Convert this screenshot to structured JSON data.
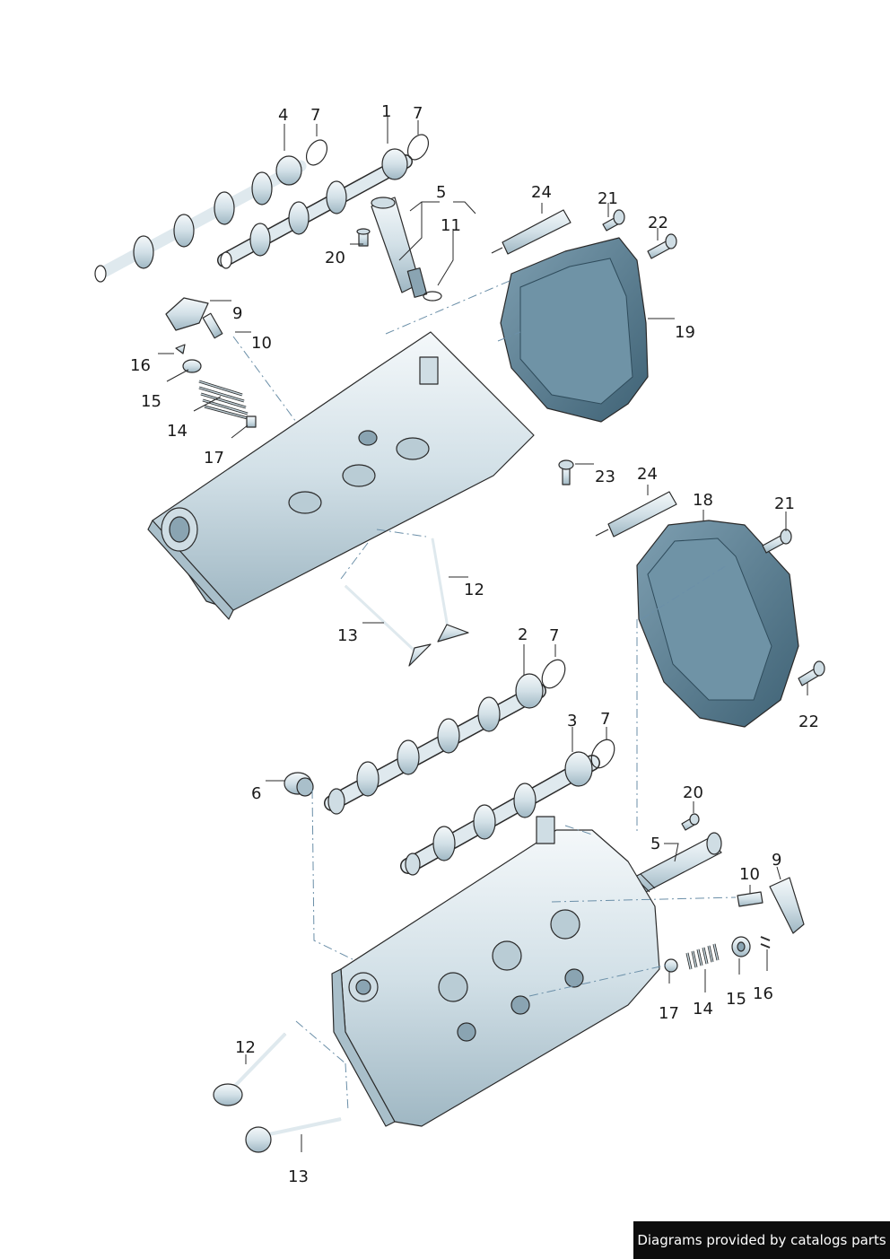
{
  "colors": {
    "part_fill": "#dfe9ee",
    "part_shade": "#a9bfca",
    "cover_fill": "#5c7f92",
    "cover_dark": "#3e5d6e",
    "outline": "#2a2a2a",
    "leader": "#6b8fa8",
    "footer_bg": "#0d0d0d",
    "footer_text": "#ffffff"
  },
  "labels": {
    "upper_camshaft_intake": "4",
    "upper_camshaft_seal_left": "7",
    "upper_camshaft_exhaust": "1",
    "upper_camshaft_seal_right": "7",
    "upper_solenoid": "5",
    "upper_oring": "11",
    "upper_bolt_solenoid": "20",
    "upper_sealant": "24",
    "upper_bolt_21": "21",
    "upper_bolt_22": "22",
    "upper_cover": "19",
    "upper_rocker": "9",
    "upper_lifter": "10",
    "upper_keeper": "16",
    "upper_retainer": "15",
    "upper_spring": "14",
    "upper_seal": "17",
    "upper_exhaust_valve": "12",
    "upper_intake_valve": "13",
    "mid_bolt_23": "23",
    "mid_sealant": "24",
    "lower_cover": "18",
    "lower_bolt_21": "21",
    "lower_bolt_22": "22",
    "lower_camshaft_2": "2",
    "lower_seal_2": "7",
    "lower_camshaft_3": "3",
    "lower_seal_3": "7",
    "lower_bearing": "6",
    "lower_bolt_solenoid": "20",
    "lower_solenoid": "5",
    "lower_lifter": "10",
    "lower_rocker": "9",
    "lower_seal": "17",
    "lower_spring": "14",
    "lower_retainer": "15",
    "lower_keeper": "16",
    "lower_exhaust_valve": "12",
    "lower_intake_valve": "13"
  },
  "footer": {
    "credit": "Diagrams provided by catalogs parts"
  }
}
